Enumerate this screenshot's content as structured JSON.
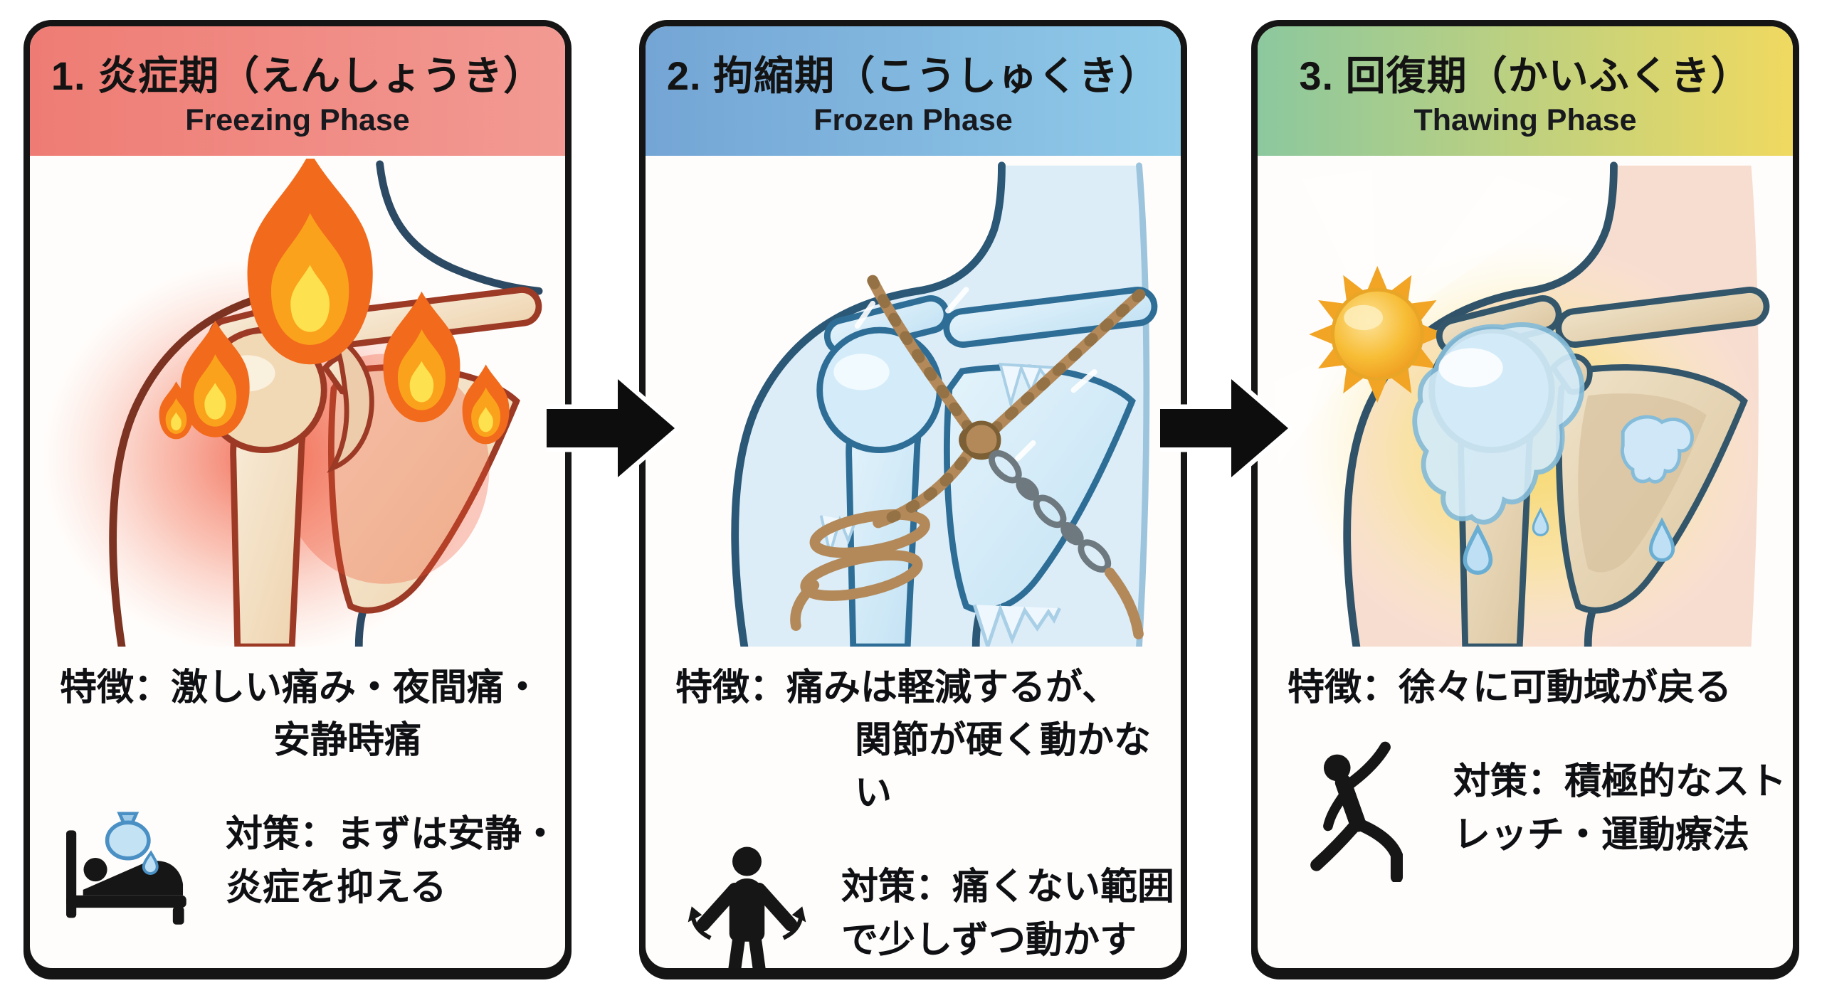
{
  "figure": {
    "subject": "frozen shoulder three phases infographic",
    "background_color": "#ffffff",
    "card_border_color": "#151515",
    "arrow_color": "#0d0d0d"
  },
  "panels": [
    {
      "title": "1. 炎症期（えんしょうき）",
      "subtitle": "Freezing Phase",
      "header_gradient": "linear-gradient(90deg,#ee7c74,#f29a93)",
      "header_color_left": "#ee7c74",
      "header_color_right": "#f29a93",
      "illustration": "inflamed-shoulder-joint-with-flames",
      "accent_colors": {
        "flame_orange": "#f26a1b",
        "flame_yellow": "#fde14e",
        "glow_red": "#ef4123",
        "bone": "#f3e0c4",
        "outline": "#9c3a26"
      },
      "feature_line1": "特徴：激しい痛み・夜間痛・",
      "feature_line2": "安静時痛",
      "measure_line1": "対策：まずは安静・",
      "measure_line2": "炎症を抑える",
      "measure_icon": "bed-rest-ice-pack-icon"
    },
    {
      "title": "2. 拘縮期（こうしゅくき）",
      "subtitle": "Frozen Phase",
      "header_gradient": "linear-gradient(90deg,#74a5d5,#90cbe9)",
      "header_color_left": "#74a5d5",
      "header_color_right": "#90cbe9",
      "illustration": "frozen-shoulder-in-ice-bound-by-rope-and-chain",
      "accent_colors": {
        "ice_blue": "#cfe9f7",
        "body_blue": "#dcedf8",
        "outline": "#2e6e96",
        "rope_brown": "#b3895a",
        "chain_gray": "#6d787f"
      },
      "feature_line1": "特徴：痛みは軽減するが、",
      "feature_line2": "関節が硬く動かない",
      "measure_line1": "対策：痛くない範囲",
      "measure_line2": "で少しずつ動かす",
      "measure_icon": "range-of-motion-person-icon"
    },
    {
      "title": "3. 回復期（かいふくき）",
      "subtitle": "Thawing Phase",
      "header_gradient": "linear-gradient(90deg,#8cc89e,#f0d960)",
      "header_color_left": "#8cc89e",
      "header_color_right": "#f0d960",
      "illustration": "thawing-shoulder-with-sun-and-melting-ice",
      "accent_colors": {
        "sun_yellow": "#f5b62c",
        "glow_yellow": "#f7d967",
        "bone": "#e9d9bc",
        "melt_blue": "#d3ebf8",
        "outline": "#33566b"
      },
      "feature_line1": "特徴：徐々に可動域が戻る",
      "feature_line2": "",
      "measure_line1": "対策：積極的なスト",
      "measure_line2": "レッチ・運動療法",
      "measure_icon": "stretching-person-icon"
    }
  ],
  "arrows": [
    {
      "name": "right-arrow-icon",
      "color": "#0d0d0d"
    },
    {
      "name": "right-arrow-icon",
      "color": "#0d0d0d"
    }
  ]
}
